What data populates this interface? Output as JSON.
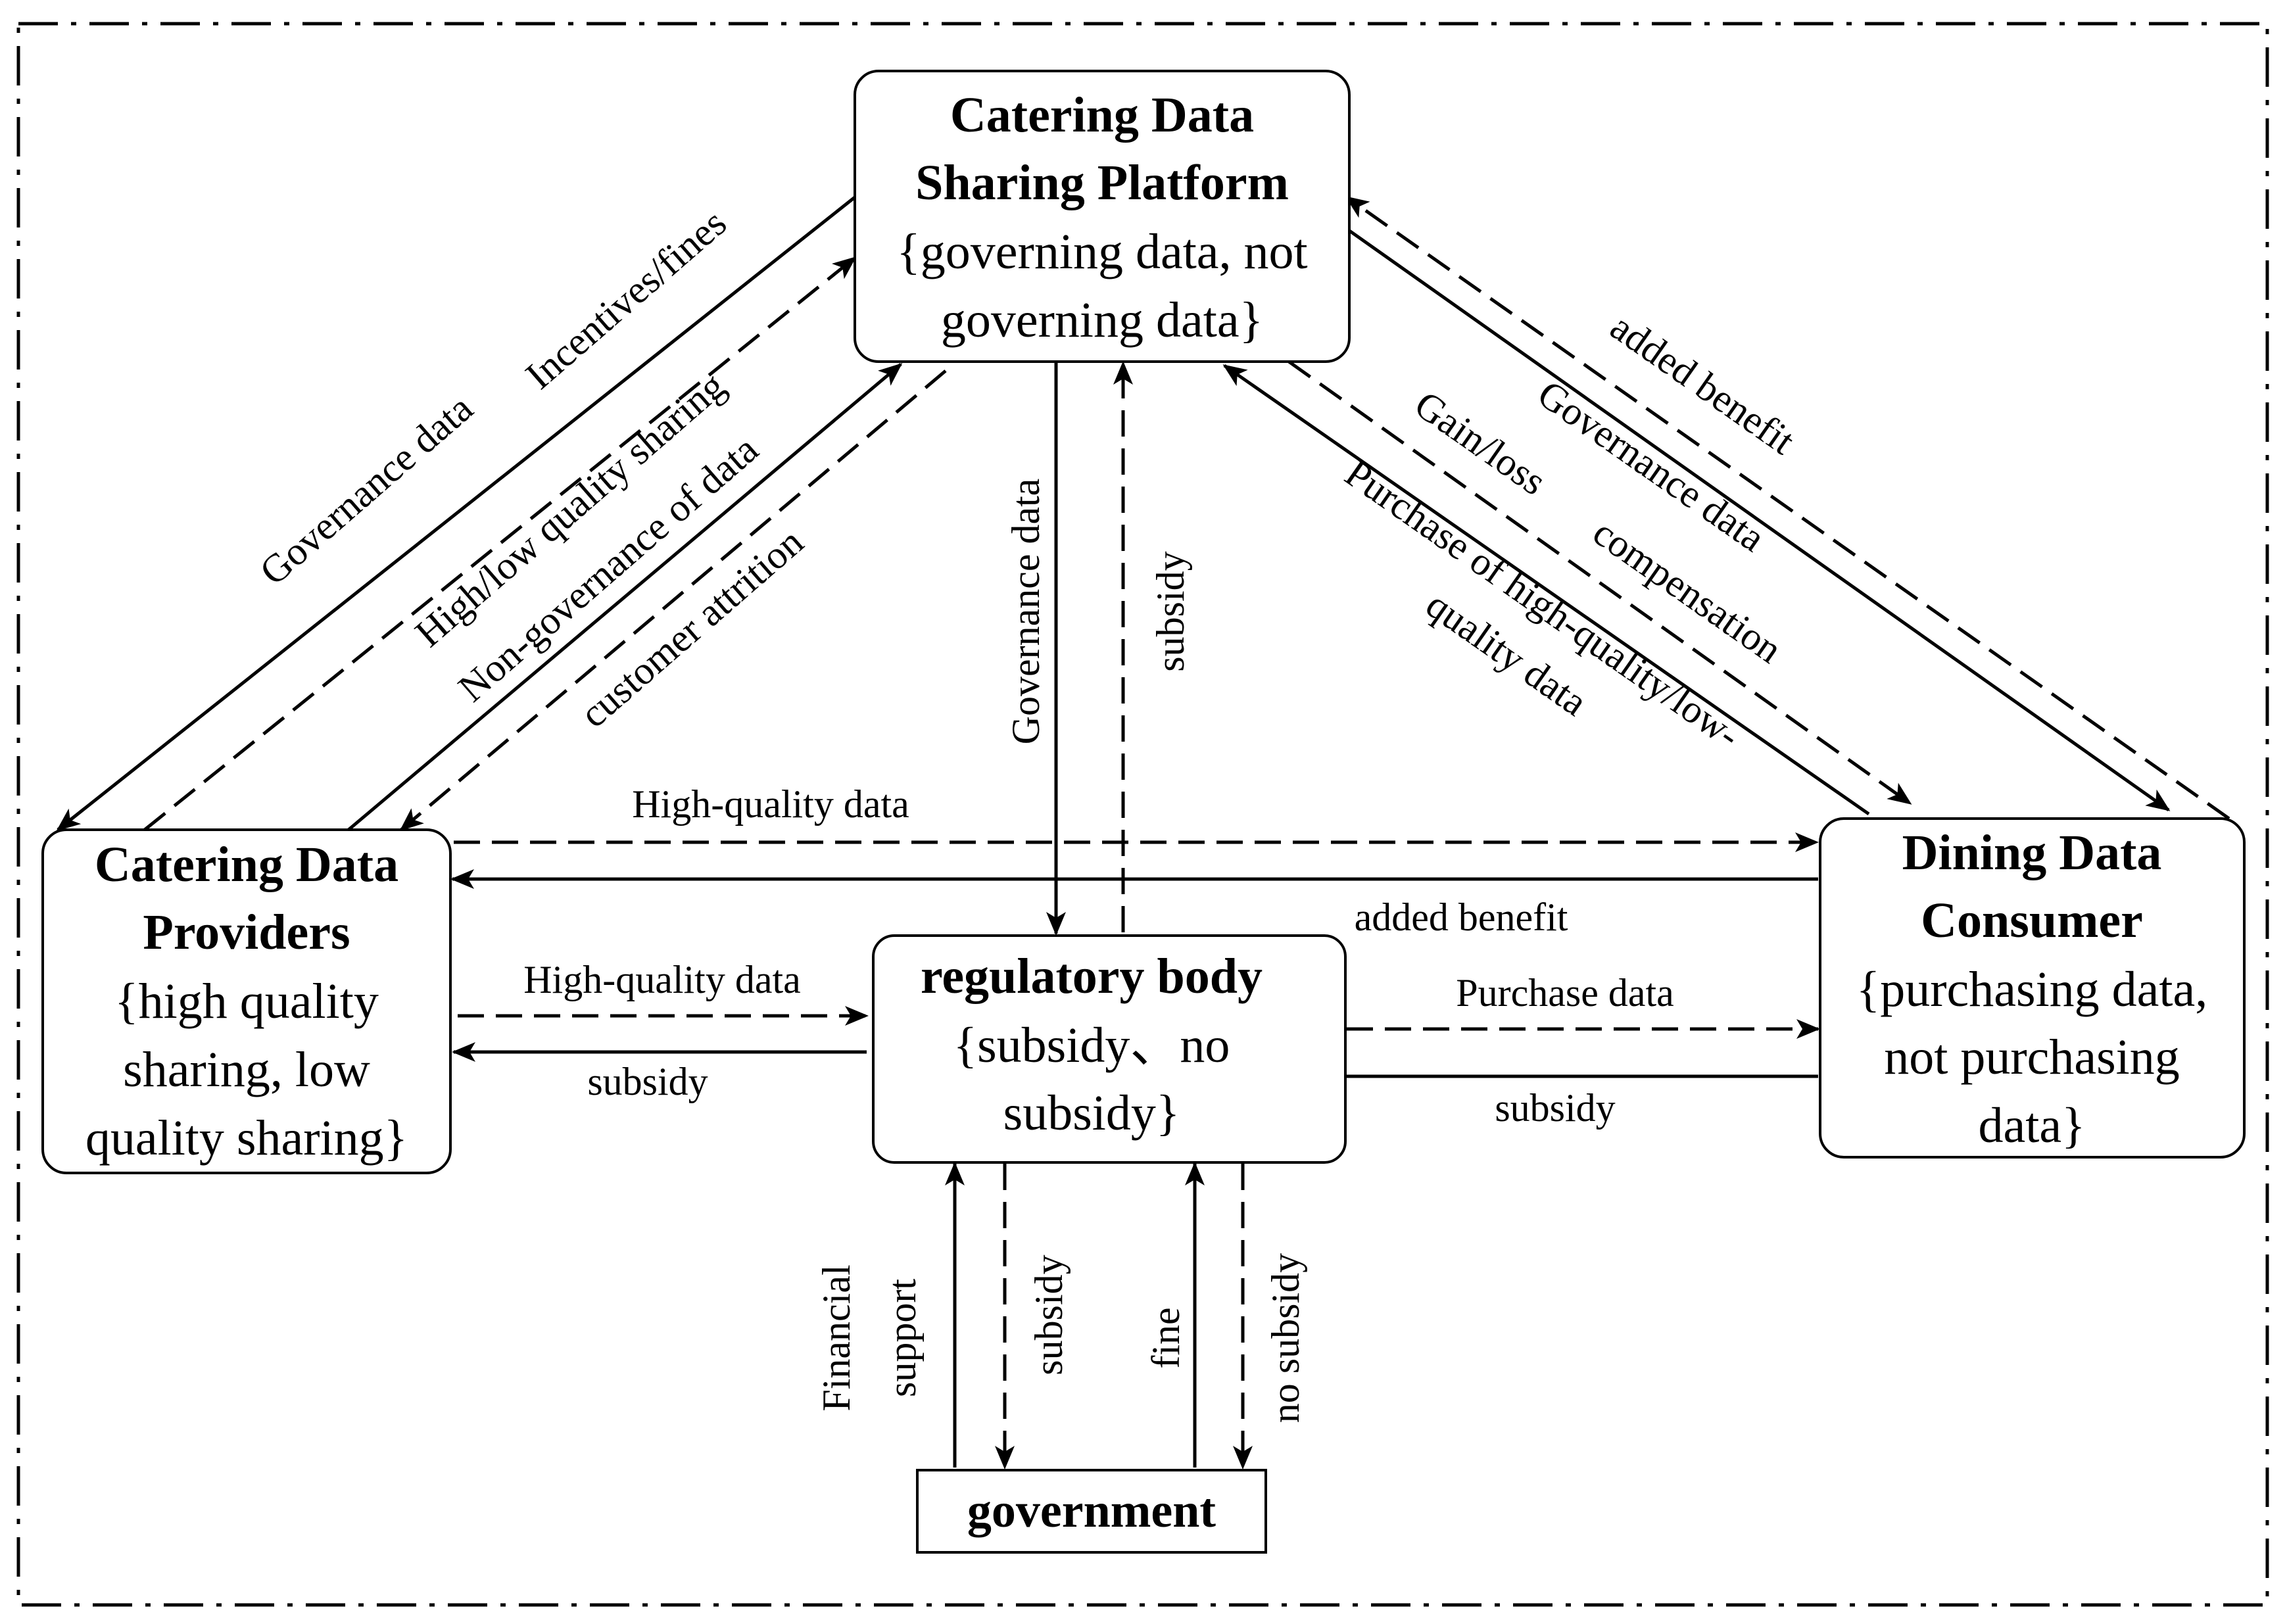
{
  "nodes": {
    "platform": {
      "title": [
        "Catering Data",
        "Sharing Platform"
      ],
      "strategies": [
        "{governing data, not",
        "governing data}"
      ]
    },
    "providers": {
      "title": [
        "Catering Data",
        "Providers"
      ],
      "strategies": [
        "{high quality",
        "sharing, low",
        "quality sharing}"
      ]
    },
    "consumer": {
      "title": [
        "Dining Data",
        "Consumer"
      ],
      "strategies": [
        "{purchasing data,",
        "not purchasing",
        "data}"
      ]
    },
    "regulator": {
      "title": "regulatory body",
      "strategies": [
        "{subsidy、no",
        "subsidy}"
      ]
    },
    "government": {
      "title": "government"
    }
  },
  "edges": {
    "platform_to_providers_governance": "Governance data",
    "platform_to_providers_incentives": "Incentives/fines",
    "providers_to_platform_sharing": "High/low quality sharing",
    "providers_to_platform_nongov": "Non-governance of data",
    "platform_to_providers_attrition": "customer attrition",
    "platform_to_regulator_governance": "Governance data",
    "regulator_to_platform_subsidy": "subsidy",
    "consumer_to_platform_added_benefit": "added benefit",
    "platform_to_consumer_governance": "Governance data",
    "platform_to_consumer_gainloss": "Gain/loss",
    "platform_to_consumer_compensation": "compensation",
    "consumer_to_platform_purchase_1": "Purchase of high-quality/low-",
    "consumer_to_platform_purchase_2": "quality data",
    "providers_to_consumer_high_quality": "High-quality data",
    "consumer_to_providers_added_benefit": "added benefit",
    "providers_to_regulator_high_quality": "High-quality data",
    "regulator_to_providers_subsidy": "subsidy",
    "regulator_to_consumer_purchase": "Purchase data",
    "consumer_to_regulator_subsidy": "subsidy",
    "government_to_regulator_financial_1": "Financial",
    "government_to_regulator_financial_2": "support",
    "regulator_to_government_subsidy": "subsidy",
    "government_to_regulator_fine": "fine",
    "regulator_to_government_no_subsidy": "no subsidy"
  }
}
